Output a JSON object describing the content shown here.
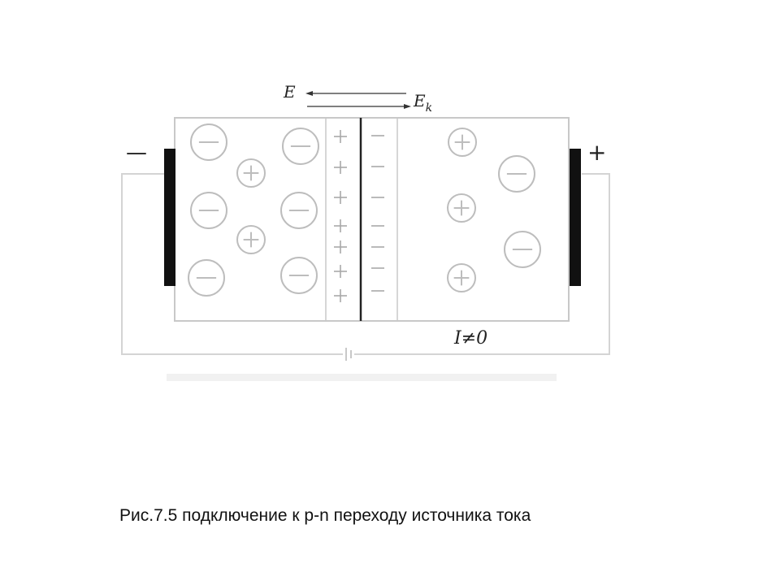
{
  "diagram": {
    "field_label": "E",
    "contact_field_label": "E",
    "contact_field_subscript": "k",
    "minus_terminal": "—",
    "plus_terminal": "+",
    "current_label": "I≠0",
    "p_region_ions": [
      "-",
      "-",
      "+",
      "-",
      "-",
      "+",
      "-",
      "-"
    ],
    "n_region_ions": [
      "+",
      "-",
      "+",
      "-",
      "+"
    ],
    "depletion_left_charges": [
      "+",
      "+",
      "+",
      "+",
      "+",
      "+",
      "+"
    ],
    "depletion_right_charges": [
      "-",
      "-",
      "-",
      "-",
      "-",
      "-",
      "-"
    ],
    "colors": {
      "electrode": "#111111",
      "border": "#c8c8c8",
      "ion": "#bdbdbd",
      "wire": "#d4d4d4"
    }
  },
  "caption": "Рис.7.5 подключение к p-n переходу источника тока"
}
